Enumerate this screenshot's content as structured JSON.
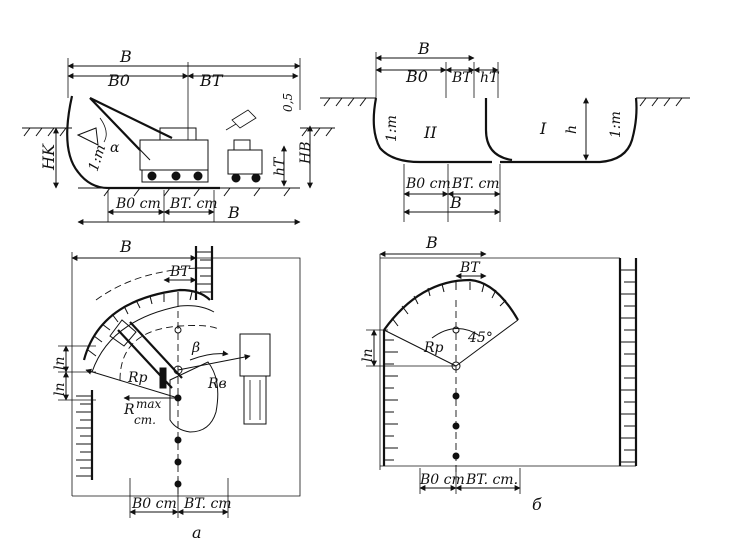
{
  "top_left": {
    "width_total": "B",
    "width_excavator": "B0",
    "width_transport": "BT",
    "depth_bench": "HK",
    "slope": "1:m",
    "angle": "α",
    "clearance": "0,5",
    "truck_height": "hT",
    "unload_height": "HB",
    "width_excavator_standing": "B0 ст",
    "width_transport_standing": "BT. ст",
    "width_bottom": "B"
  },
  "top_right": {
    "width_total": "B",
    "width_excavator": "B0",
    "width_transport": "BT",
    "truck_height": "hT",
    "zone_one": "I",
    "zone_two": "II",
    "depth": "h",
    "slope_left": "1:m",
    "slope_right": "1:m",
    "width_excavator_standing": "B0 ст",
    "width_transport_standing": "BT. ст",
    "width_bottom": "B"
  },
  "bottom_left": {
    "width_total": "B",
    "width_transport": "BT",
    "advance": "ln",
    "advance_lower": "ln",
    "digging_radius": "Rp",
    "standing_radius_main": "R",
    "standing_radius_sup": "max",
    "standing_radius_sub": "ст.",
    "unload_radius": "Rв",
    "swing_angle": "β",
    "width_excavator_standing": "B0 ст",
    "width_transport_standing": "BT. ст",
    "panel_label": "а"
  },
  "bottom_right": {
    "width_total": "B",
    "width_transport": "BT",
    "advance": "ln",
    "digging_radius": "Rp",
    "angle": "45°",
    "width_excavator_standing": "B0 ст",
    "width_transport_standing": "BT. ст.",
    "panel_label": "б"
  }
}
